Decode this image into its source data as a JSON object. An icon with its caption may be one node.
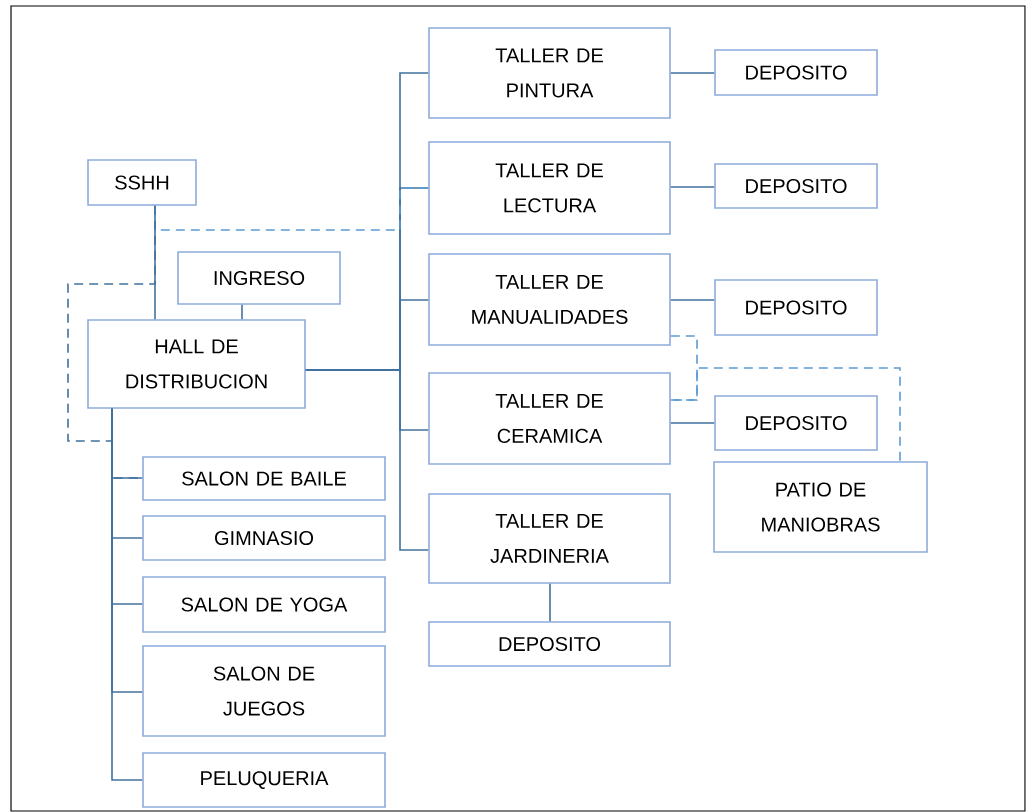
{
  "diagram": {
    "nodes": [
      {
        "text": [
          "SSHH"
        ]
      },
      {
        "text": [
          "INGRESO"
        ]
      },
      {
        "text": [
          "HALL DE DISTRIBUCION"
        ]
      },
      {
        "text": [
          "SALON DE BAILE"
        ]
      },
      {
        "text": [
          "GIMNASIO"
        ]
      },
      {
        "text": [
          "SALON DE YOGA"
        ]
      },
      {
        "text": [
          "SALON DE JUEGOS"
        ]
      },
      {
        "text": [
          "PELUQUERIA"
        ]
      },
      {
        "text": [
          "TALLER DE PINTURA"
        ]
      },
      {
        "text": [
          "DEPOSITO"
        ]
      },
      {
        "text": [
          "TALLER DE LECTURA"
        ]
      },
      {
        "text": [
          "DEPOSITO"
        ]
      },
      {
        "text": [
          "TALLER DE MANUALIDADES"
        ]
      },
      {
        "text": [
          "DEPOSITO"
        ]
      },
      {
        "text": [
          "TALLER DE CERAMICA"
        ]
      },
      {
        "text": [
          "DEPOSITO"
        ]
      },
      {
        "text": [
          "PATIO DE MANIOBRAS"
        ]
      },
      {
        "text": [
          "TALLER DE JARDINERIA"
        ]
      },
      {
        "text": [
          "DEPOSITO"
        ]
      }
    ],
    "edges": [
      {
        "from": 0,
        "to": 2,
        "arrow": "none"
      },
      {
        "from": 1,
        "to": 2,
        "arrow": "none"
      },
      {
        "from": 2,
        "to": 8,
        "arrow": "none"
      },
      {
        "from": 2,
        "to": 10,
        "arrow": "none"
      },
      {
        "from": 2,
        "to": 12,
        "arrow": "none"
      },
      {
        "from": 2,
        "to": 14,
        "arrow": "none"
      },
      {
        "from": 2,
        "to": 17,
        "arrow": "none"
      },
      {
        "from": 2,
        "to": 3,
        "arrow": "none"
      },
      {
        "from": 2,
        "to": 4,
        "arrow": "none"
      },
      {
        "from": 2,
        "to": 5,
        "arrow": "none"
      },
      {
        "from": 2,
        "to": 6,
        "arrow": "none"
      },
      {
        "from": 2,
        "to": 7,
        "arrow": "none"
      },
      {
        "from": 8,
        "to": 9,
        "arrow": "none"
      },
      {
        "from": 10,
        "to": 11,
        "arrow": "none"
      },
      {
        "from": 12,
        "to": 13,
        "arrow": "none"
      },
      {
        "from": 14,
        "to": 15,
        "arrow": "none"
      },
      {
        "from": 17,
        "to": 18,
        "arrow": "none"
      },
      {
        "from": 0,
        "to": 10,
        "arrow": "none",
        "style": "dashed",
        "color": "#5b9bd5"
      },
      {
        "from": 0,
        "to": 3,
        "arrow": "none",
        "style": "dashed"
      },
      {
        "from": 12,
        "to": 14,
        "arrow": "none",
        "style": "dashed",
        "color": "#5b9bd5"
      },
      {
        "from": 14,
        "to": 16,
        "arrow": "none",
        "style": "dashed",
        "color": "#5b9bd5"
      }
    ]
  }
}
